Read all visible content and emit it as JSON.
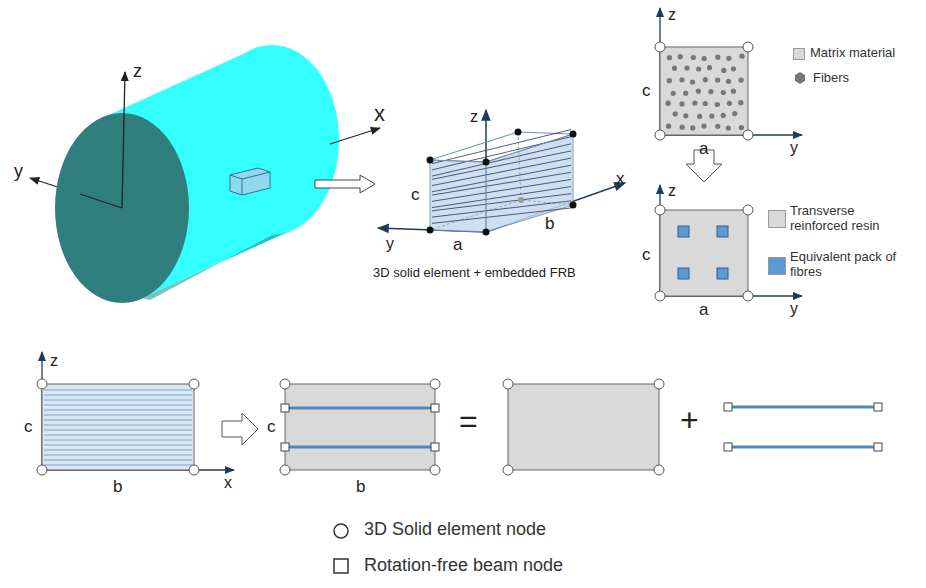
{
  "diagram": {
    "labels": [
      "z",
      "y",
      "x",
      "z",
      "c",
      "y",
      "a",
      "b",
      "x",
      "3D solid element + embedded FRB",
      "z",
      "c",
      "y",
      "a",
      "z",
      "c",
      "y",
      "a",
      "z",
      "c",
      "b",
      "x",
      "c",
      "b",
      "=",
      "+"
    ],
    "legend": [
      {
        "text": "Matrix material",
        "color": "#d9d9d9"
      },
      {
        "text": "Fibers"
      },
      {
        "text": "Transverse reinforced resin",
        "color": "#d9d9d9"
      },
      {
        "text": "Equivalent pack of fibres",
        "color": "#5b9bd5"
      },
      {
        "text": "3D Solid element node"
      },
      {
        "text": "Rotation-free beam node"
      }
    ]
  }
}
